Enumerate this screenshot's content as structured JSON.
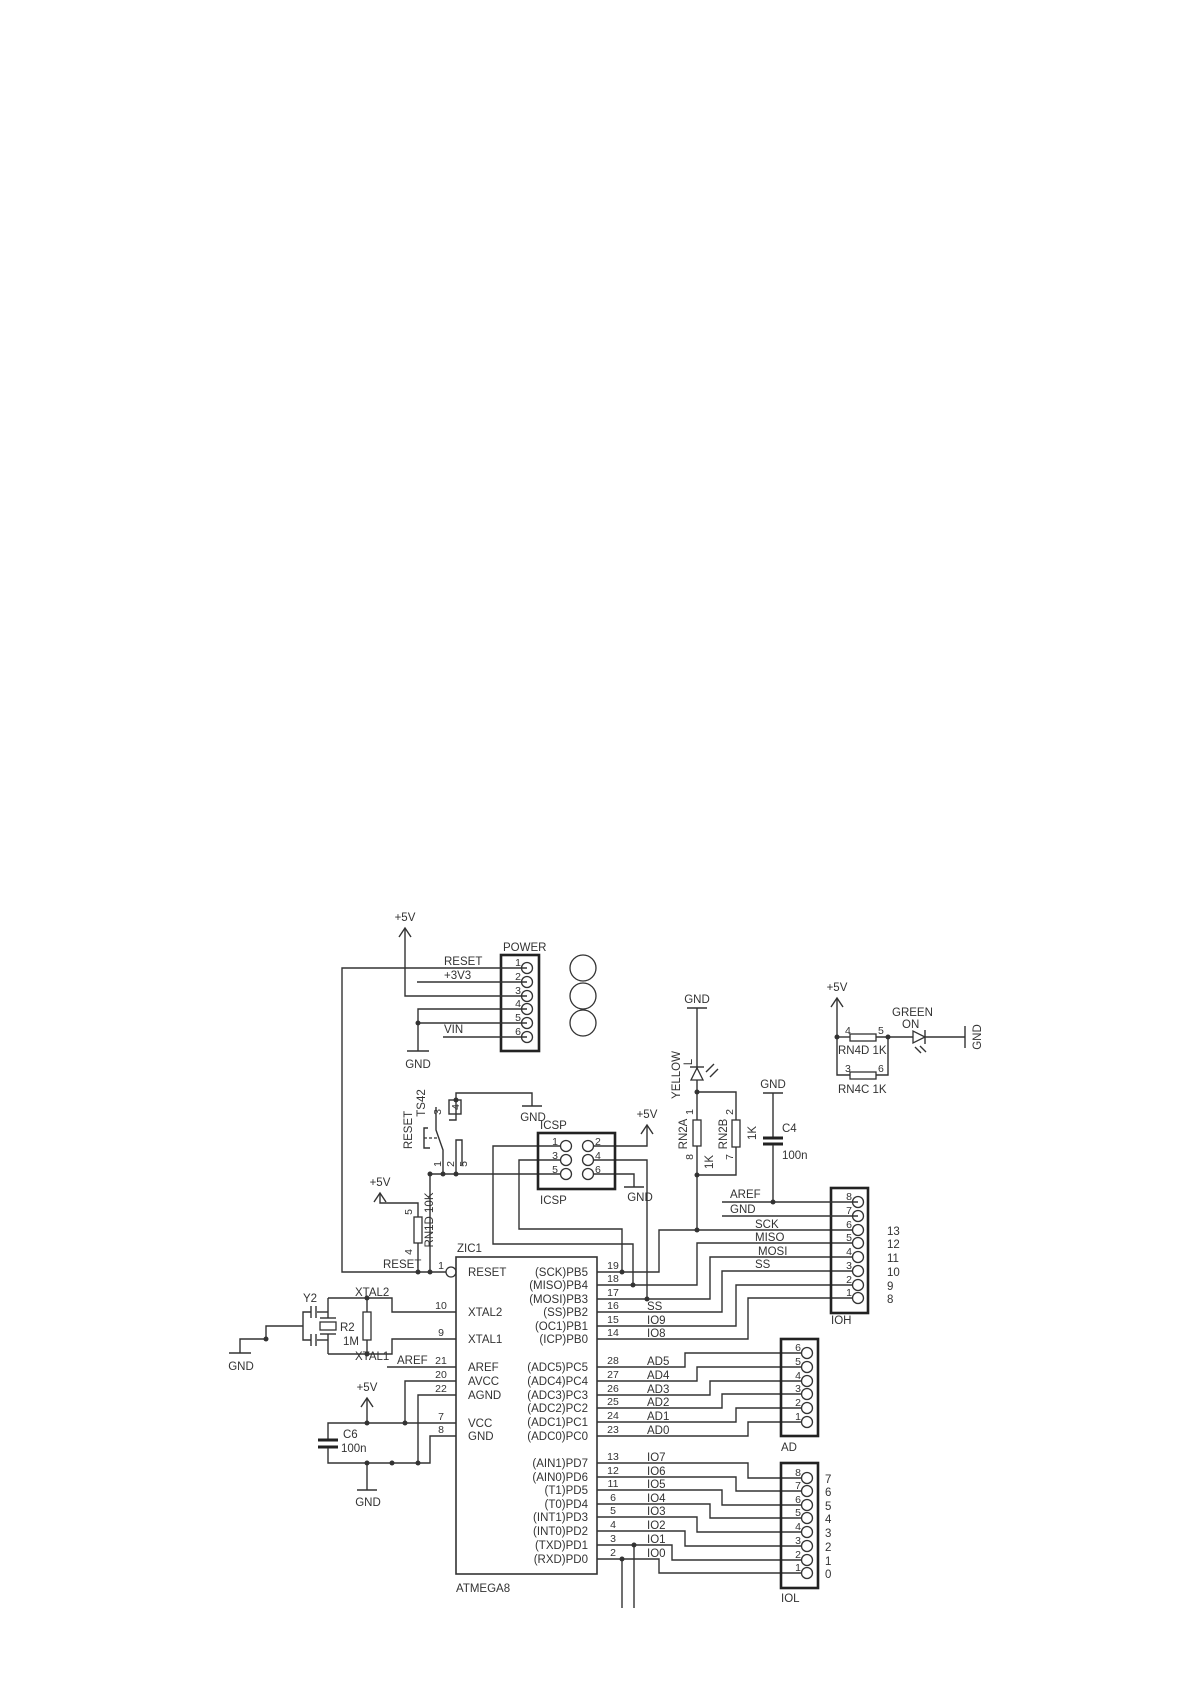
{
  "supply": {
    "vcc": "+5V",
    "gnd": "GND"
  },
  "power": {
    "name": "POWER",
    "nets": {
      "reset": "RESET",
      "v33": "+3V3",
      "vin": "VIN"
    },
    "pins": [
      "1",
      "2",
      "3",
      "4",
      "5",
      "6"
    ]
  },
  "switch": {
    "name": "TS42",
    "label": "RESET",
    "pins": {
      "p1": "1",
      "p2": "2",
      "p3": "3",
      "p4": "4",
      "p5": "5"
    }
  },
  "icsp": {
    "name": "ICSP",
    "pins": [
      "1",
      "2",
      "3",
      "4",
      "5",
      "6"
    ]
  },
  "rn1d": {
    "name": "RN1D 10K",
    "pin_top": "5",
    "pin_bottom": "4"
  },
  "reset_net": "RESET",
  "crystal": {
    "name": "Y2",
    "r2": "R2",
    "r2_value": "1M",
    "xtal2": "XTAL2",
    "xtal1": "XTAL1"
  },
  "aref_net": "AREF",
  "c6": {
    "name": "C6",
    "value": "100n"
  },
  "mcu": {
    "ref": "ZIC1",
    "part": "ATMEGA8",
    "left_pins": [
      {
        "num": "1",
        "name": "RESET"
      },
      {
        "num": "10",
        "name": "XTAL2"
      },
      {
        "num": "9",
        "name": "XTAL1"
      },
      {
        "num": "21",
        "name": "AREF"
      },
      {
        "num": "20",
        "name": "AVCC"
      },
      {
        "num": "22",
        "name": "AGND"
      },
      {
        "num": "7",
        "name": "VCC"
      },
      {
        "num": "8",
        "name": "GND"
      }
    ],
    "right_pins": [
      {
        "num": "19",
        "name": "(SCK)PB5"
      },
      {
        "num": "18",
        "name": "(MISO)PB4"
      },
      {
        "num": "17",
        "name": "(MOSI)PB3"
      },
      {
        "num": "16",
        "name": "(SS)PB2"
      },
      {
        "num": "15",
        "name": "(OC1)PB1"
      },
      {
        "num": "14",
        "name": "(ICP)PB0"
      },
      {
        "num": "28",
        "name": "(ADC5)PC5"
      },
      {
        "num": "27",
        "name": "(ADC4)PC4"
      },
      {
        "num": "26",
        "name": "(ADC3)PC3"
      },
      {
        "num": "25",
        "name": "(ADC2)PC2"
      },
      {
        "num": "24",
        "name": "(ADC1)PC1"
      },
      {
        "num": "23",
        "name": "(ADC0)PC0"
      },
      {
        "num": "13",
        "name": "(AIN1)PD7"
      },
      {
        "num": "12",
        "name": "(AIN0)PD6"
      },
      {
        "num": "11",
        "name": "(T1)PD5"
      },
      {
        "num": "6",
        "name": "(T0)PD4"
      },
      {
        "num": "5",
        "name": "(INT1)PD3"
      },
      {
        "num": "4",
        "name": "(INT0)PD2"
      },
      {
        "num": "3",
        "name": "(TXD)PD1"
      },
      {
        "num": "2",
        "name": "(RXD)PD0"
      }
    ],
    "net_labels": [
      "",
      "",
      "",
      "SS",
      "IO9",
      "IO8",
      "AD5",
      "AD4",
      "AD3",
      "AD2",
      "AD1",
      "AD0",
      "IO7",
      "IO6",
      "IO5",
      "IO4",
      "IO3",
      "IO2",
      "IO1",
      "IO0"
    ]
  },
  "led_l": {
    "color": "YELLOW",
    "name": "L",
    "rn2a": "RN2A",
    "rn2b": "RN2B",
    "rn2a_value": "1K",
    "rn2b_value": "1K",
    "pins": {
      "a1": "1",
      "a8": "8",
      "b2": "2",
      "b7": "7"
    }
  },
  "c4": {
    "name": "C4",
    "value": "100n"
  },
  "led_on": {
    "color": "GREEN",
    "name": "ON",
    "rn4d": "RN4D 1K",
    "rn4c": "RN4C 1K",
    "pins": {
      "d4": "4",
      "d5": "5",
      "c3": "3",
      "c6": "6"
    }
  },
  "ioh": {
    "name": "IOH",
    "pins": [
      "8",
      "7",
      "6",
      "5",
      "4",
      "3",
      "2",
      "1"
    ],
    "nets": {
      "aref": "AREF",
      "gnd": "GND",
      "sck": "SCK",
      "miso": "MISO",
      "mosi": "MOSI",
      "ss": "SS"
    },
    "arduino_pins": [
      "13",
      "12",
      "11",
      "10",
      "9",
      "8"
    ]
  },
  "ad": {
    "name": "AD",
    "pins": [
      "6",
      "5",
      "4",
      "3",
      "2",
      "1"
    ]
  },
  "iol": {
    "name": "IOL",
    "pins": [
      "8",
      "7",
      "6",
      "5",
      "4",
      "3",
      "2",
      "1"
    ],
    "arduino_pins": [
      "7",
      "6",
      "5",
      "4",
      "3",
      "2",
      "1",
      "0"
    ]
  }
}
